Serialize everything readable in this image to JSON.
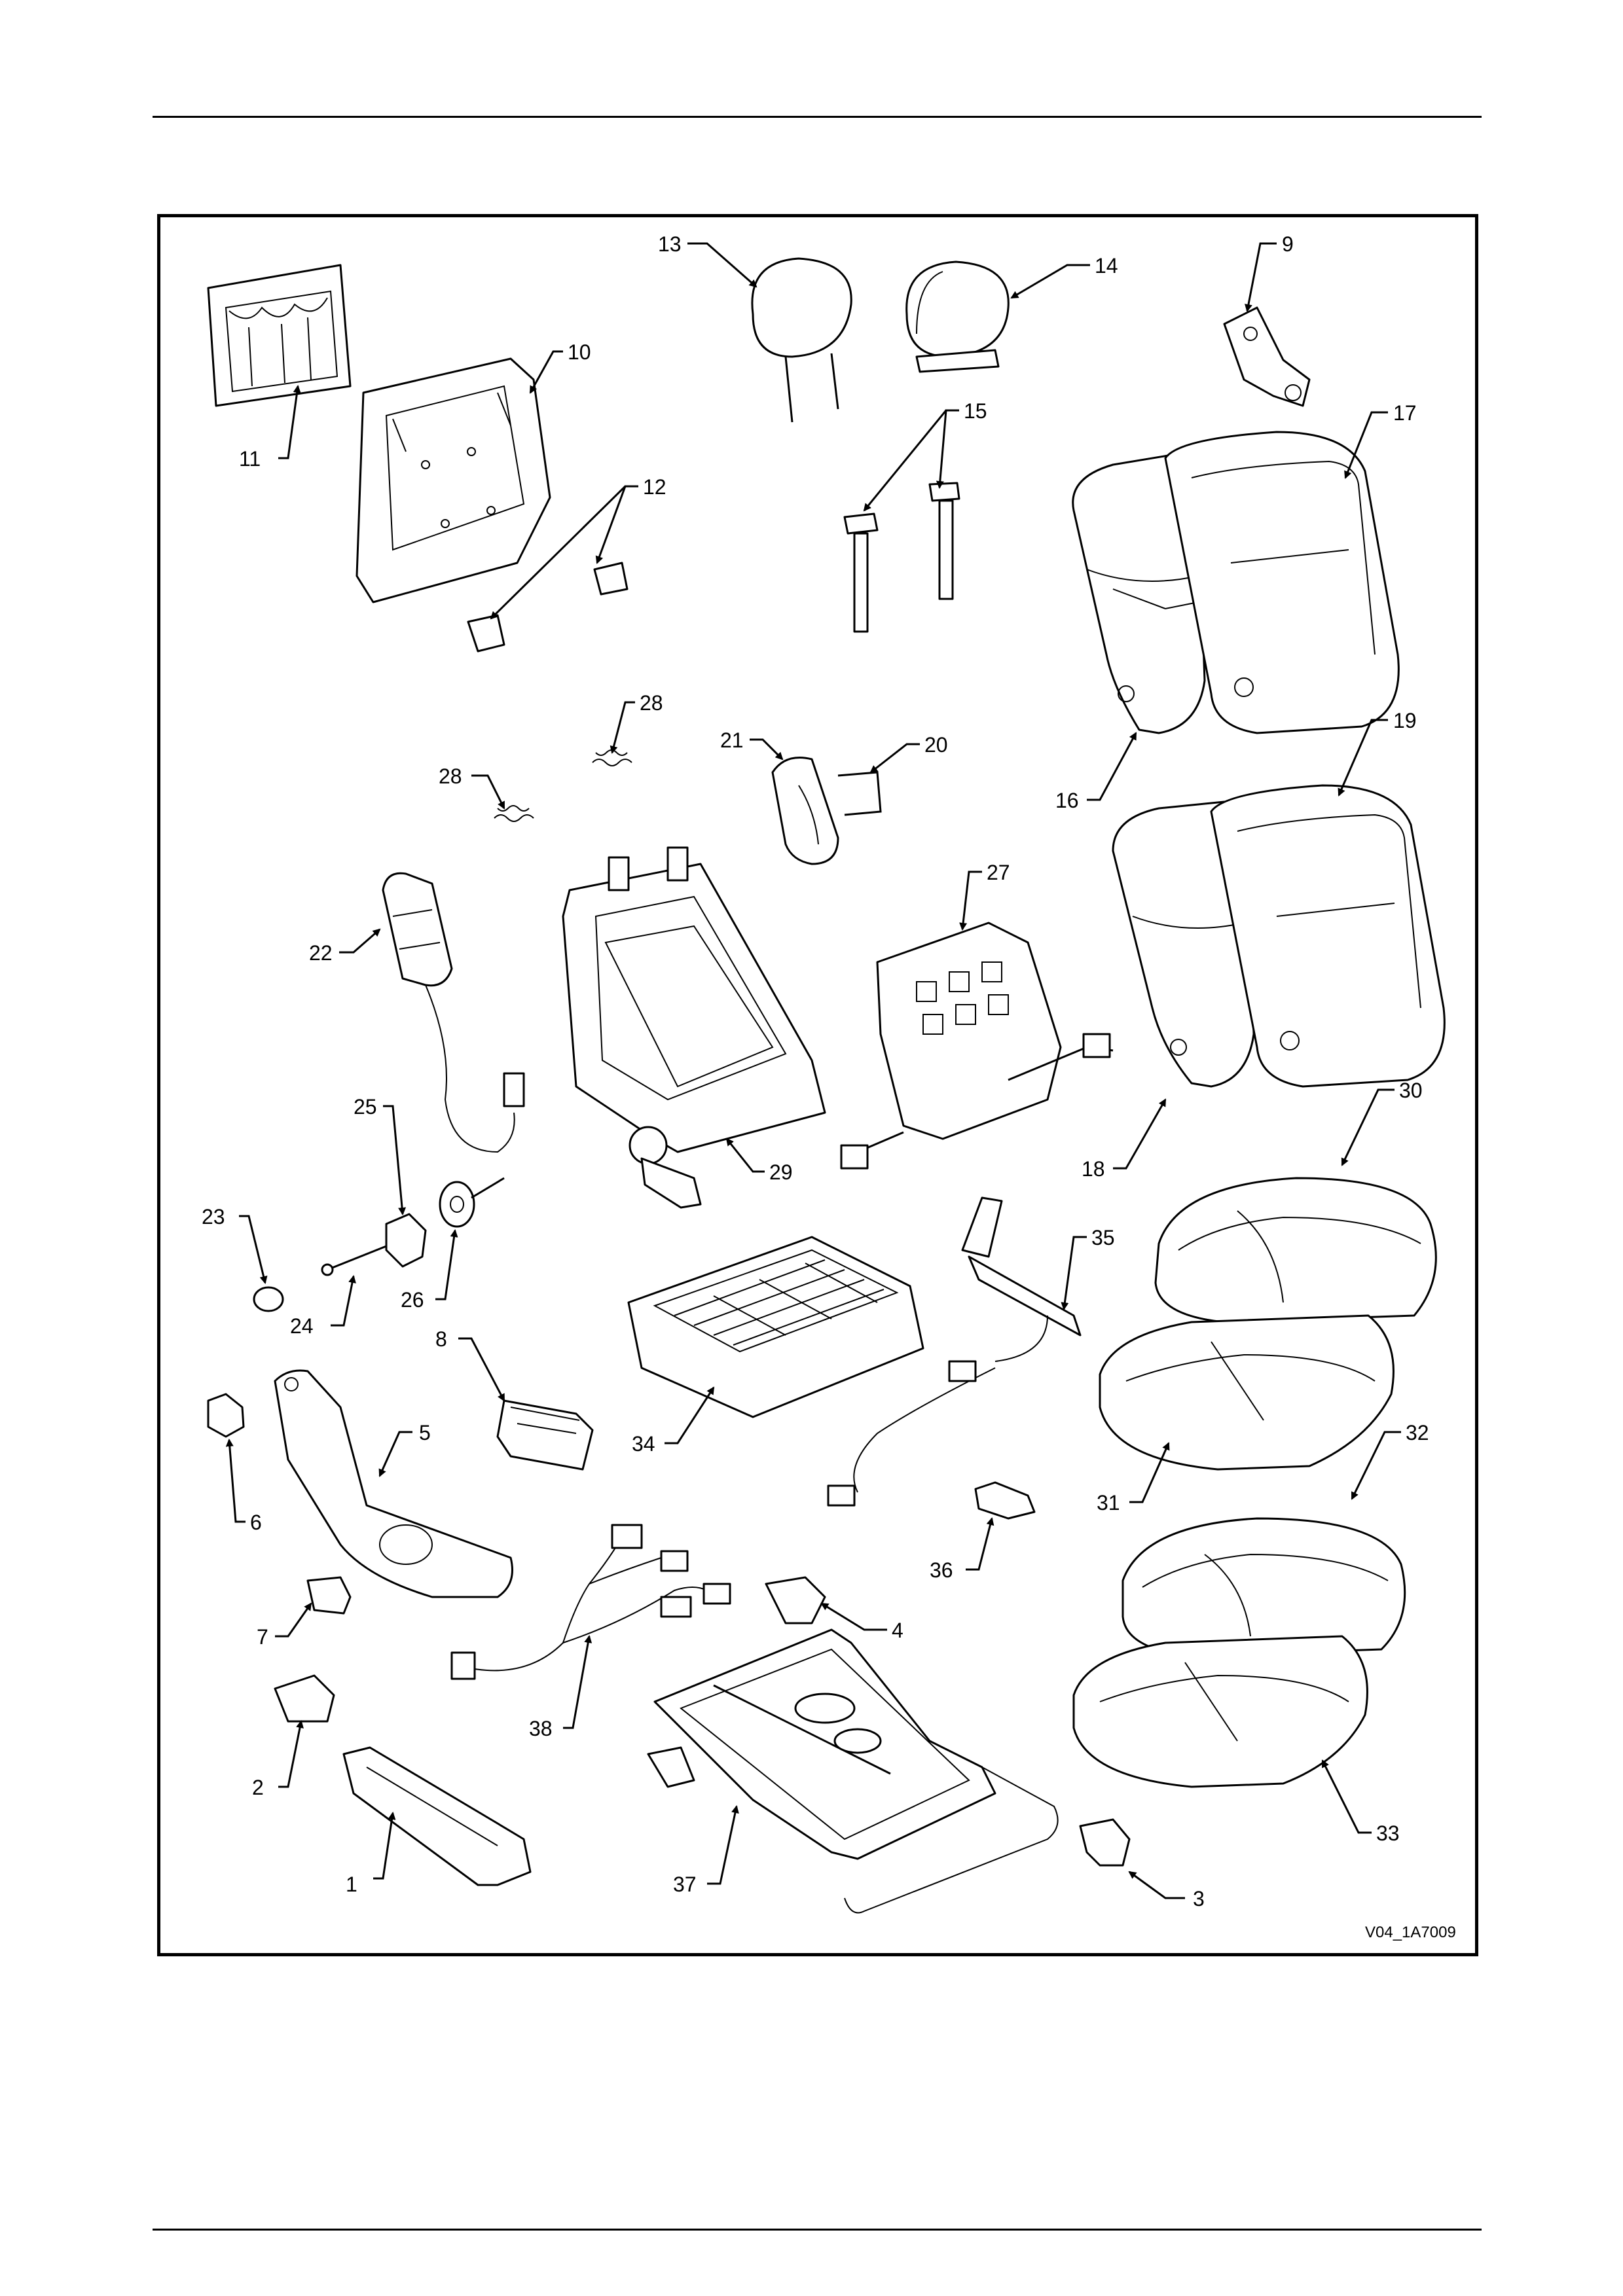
{
  "diagram": {
    "reference_code": "V04_1A7009",
    "callouts": [
      "1",
      "2",
      "3",
      "4",
      "5",
      "6",
      "7",
      "8",
      "9",
      "10",
      "11",
      "12",
      "13",
      "14",
      "15",
      "16",
      "17",
      "18",
      "19",
      "20",
      "21",
      "22",
      "23",
      "24",
      "25",
      "26",
      "27",
      "28",
      "29",
      "30",
      "31",
      "32",
      "33",
      "34",
      "35",
      "36",
      "37",
      "38"
    ]
  }
}
